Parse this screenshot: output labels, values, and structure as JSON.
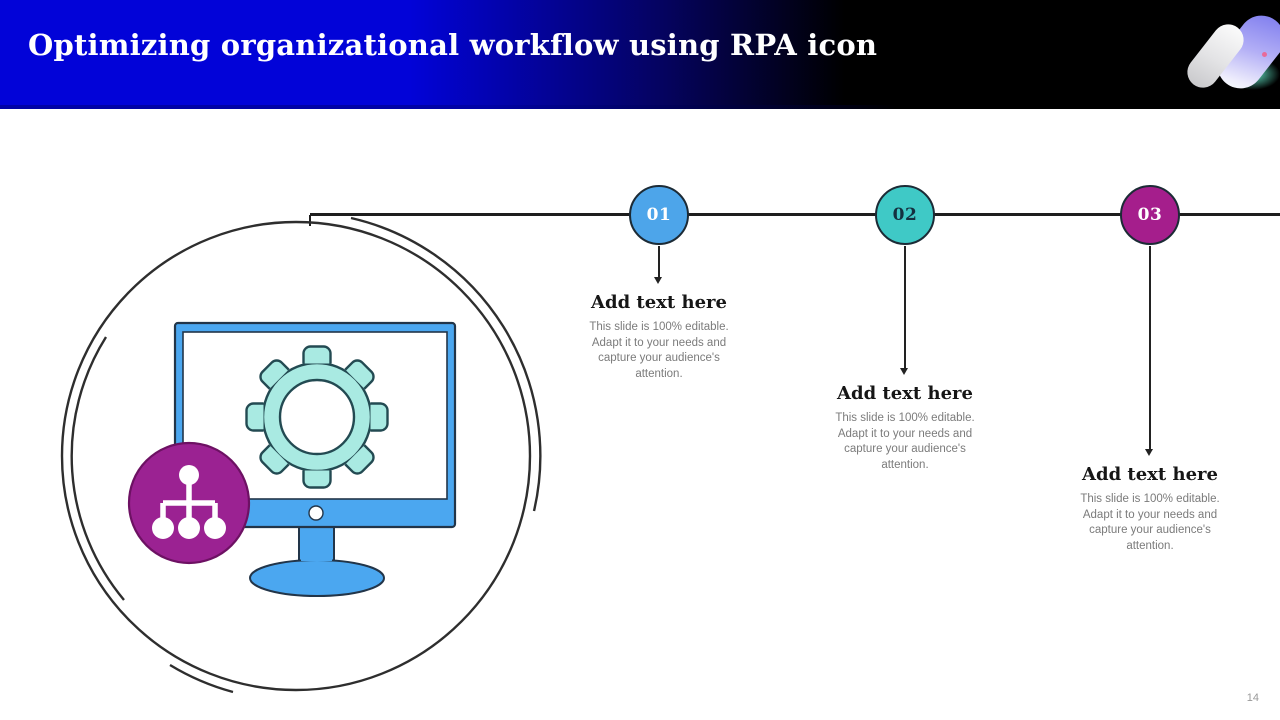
{
  "slide": {
    "title": "Optimizing organizational workflow using RPA icon",
    "page_number": "14"
  },
  "header": {
    "gradient_left_color": "#0203d8",
    "gradient_right_color": "#000000",
    "title_color": "#ffffff"
  },
  "timeline": {
    "line_color": "#1e1e1e",
    "steps": [
      {
        "number": "01",
        "circle_color": "#4DA5EA",
        "number_color": "#ffffff",
        "heading": "Add text here",
        "body": "This slide is 100% editable. Adapt it to your needs and capture your audience's attention."
      },
      {
        "number": "02",
        "circle_color": "#3FC9C6",
        "number_color": "#14303f",
        "heading": "Add text here",
        "body": "This slide is 100% editable. Adapt it to your needs and capture your audience's attention."
      },
      {
        "number": "03",
        "circle_color": "#A51E8C",
        "number_color": "#ffffff",
        "heading": "Add text here",
        "body": "This slide is 100% editable. Adapt it to your needs and capture your audience's attention."
      }
    ]
  },
  "illustration": {
    "icons": [
      "monitor-icon",
      "gear-icon",
      "hierarchy-icon"
    ],
    "monitor_color": "#4BA7F0",
    "gear_color": "#A9EAE2",
    "hierarchy_badge_color": "#9B2292",
    "outline_color": "#2e2e2e"
  }
}
